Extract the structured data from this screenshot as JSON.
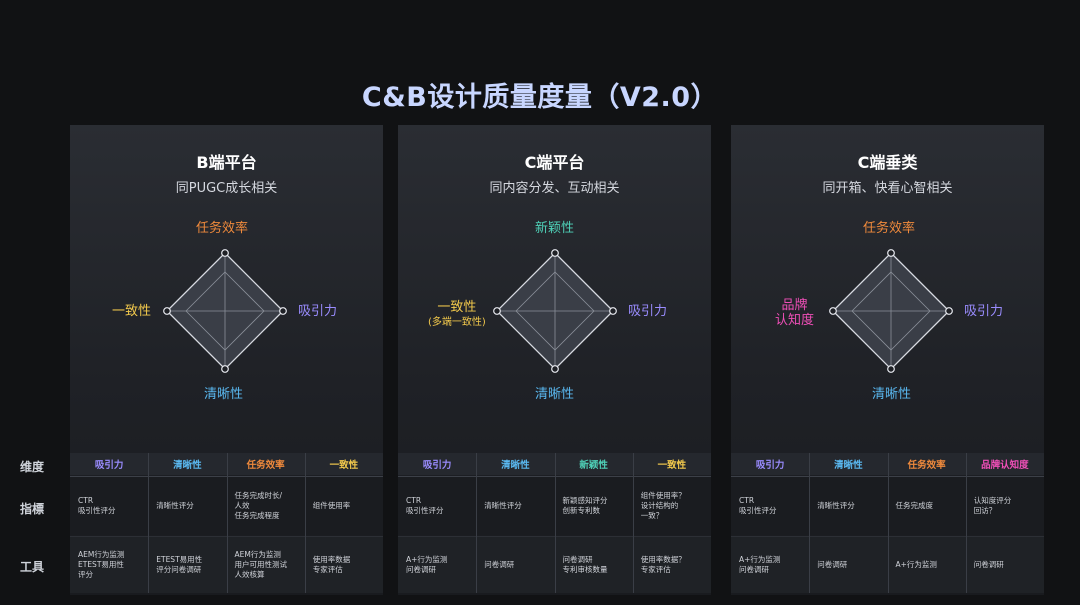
{
  "title": "C&B设计质量度量（V2.0）",
  "colors": {
    "orange": "#f08a3c",
    "purple": "#9a8cff",
    "blue": "#5ab8f0",
    "yellow": "#f2c94c",
    "green": "#4fd1b8",
    "magenta": "#f04fb8"
  },
  "row_labels": {
    "dimension": "维度",
    "metric": "指標",
    "tool": "工具"
  },
  "panels": [
    {
      "name": "B端平台",
      "subtitle": "同PUGC成长相关",
      "radar": {
        "top": "任务效率",
        "right": "吸引力",
        "bottom": "清晰性",
        "left": "一致性",
        "left_sub": ""
      },
      "table": {
        "headers": [
          "吸引力",
          "清晰性",
          "任务效率",
          "一致性"
        ],
        "metrics": [
          [
            "CTR",
            "吸引性评分"
          ],
          [
            "清晰性评分"
          ],
          [
            "任务完成时长/",
            "人效",
            "任务完成程度"
          ],
          [
            "组件使用率"
          ]
        ],
        "tools": [
          [
            "AEM行为监测",
            "ETEST易用性",
            "评分"
          ],
          [
            "ETEST易用性",
            "评分问卷调研"
          ],
          [
            "AEM行为监测",
            "用户可用性测试",
            "人效核算"
          ],
          [
            "使用率数据",
            "专家评估"
          ]
        ]
      }
    },
    {
      "name": "C端平台",
      "subtitle": "同内容分发、互动相关",
      "radar": {
        "top": "新颖性",
        "right": "吸引力",
        "bottom": "清晰性",
        "left": "一致性",
        "left_sub": "(多端一致性)"
      },
      "table": {
        "headers": [
          "吸引力",
          "清晰性",
          "新颖性",
          "一致性"
        ],
        "metrics": [
          [
            "CTR",
            "吸引性评分"
          ],
          [
            "清晰性评分"
          ],
          [
            "新颖感知评分",
            "创新专利数"
          ],
          [
            "组件使用率？",
            "设计结构的",
            "一致？"
          ]
        ],
        "tools": [
          [
            "A+行为监测",
            "问卷调研"
          ],
          [
            "问卷调研"
          ],
          [
            "问卷调研",
            "专利审核数量"
          ],
          [
            "使用率数据？",
            "专家评估"
          ]
        ]
      }
    },
    {
      "name": "C端垂类",
      "subtitle": "同开箱、快看心智相关",
      "radar": {
        "top": "任务效率",
        "right": "吸引力",
        "bottom": "清晰性",
        "left": "品牌",
        "left2": "认知度"
      },
      "table": {
        "headers": [
          "吸引力",
          "清晰性",
          "任务效率",
          "品牌认知度"
        ],
        "metrics": [
          [
            "CTR",
            "吸引性评分"
          ],
          [
            "清晰性评分"
          ],
          [
            "任务完成度"
          ],
          [
            "认知度评分",
            "回访？"
          ]
        ],
        "tools": [
          [
            "A+行为监测",
            "问卷调研"
          ],
          [
            "问卷调研"
          ],
          [
            "A+行为监测"
          ],
          [
            "问卷调研"
          ]
        ]
      }
    }
  ]
}
